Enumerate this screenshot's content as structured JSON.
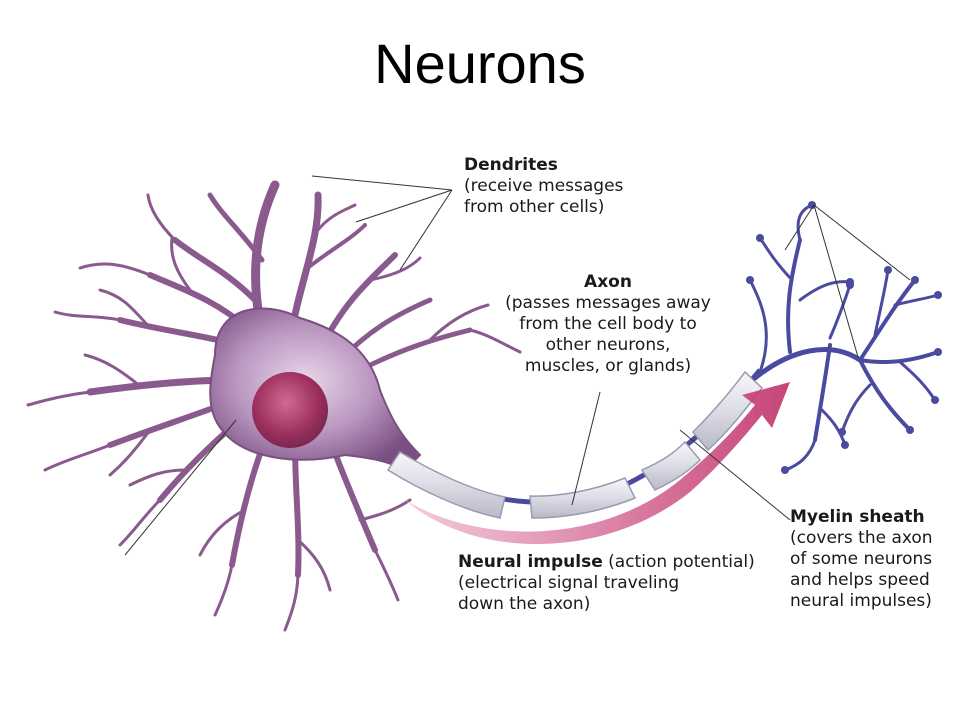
{
  "title": "Neurons",
  "colors": {
    "neuron_purple": "#8a5a8e",
    "neuron_light": "#c9a9cf",
    "nucleus": "#a03a6a",
    "terminal_blue": "#4a4aa0",
    "myelin": "#e6e6ee",
    "impulse_arrow": "#c0306a"
  },
  "labels": {
    "dendrites": {
      "heading": "Dendrites",
      "line1": "(receive messages",
      "line2": "from other cells)"
    },
    "axon": {
      "heading": "Axon",
      "line1": "(passes messages away",
      "line2": "from the cell body to",
      "line3": "other neurons,",
      "line4": "muscles, or glands)"
    },
    "myelin": {
      "heading": "Myelin sheath",
      "line1": "(covers the axon",
      "line2": "of some neurons",
      "line3": "and helps speed",
      "line4": "neural impulses)"
    },
    "impulse": {
      "heading": "Neural impulse",
      "heading_rest": " (action potential)",
      "line1": "(electrical signal traveling",
      "line2": "down the axon)"
    }
  }
}
